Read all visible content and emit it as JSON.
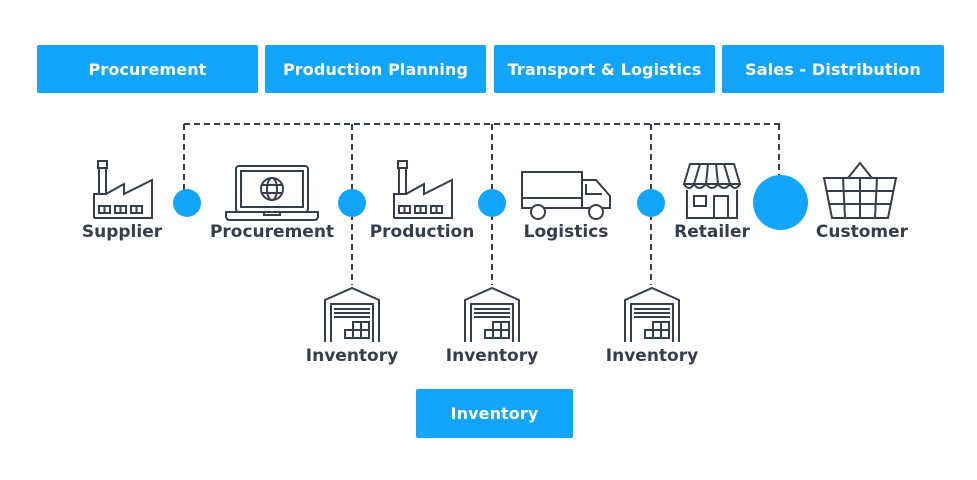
{
  "stages": [
    {
      "label": "Procurement"
    },
    {
      "label": "Production Planning"
    },
    {
      "label": "Transport & Logistics"
    },
    {
      "label": "Sales - Distribution"
    }
  ],
  "nodes": [
    {
      "label": "Supplier",
      "icon": "factory-icon"
    },
    {
      "label": "Procurement",
      "icon": "laptop-globe-icon"
    },
    {
      "label": "Production",
      "icon": "factory-icon"
    },
    {
      "label": "Logistics",
      "icon": "truck-icon"
    },
    {
      "label": "Retailer",
      "icon": "store-icon"
    },
    {
      "label": "Customer",
      "icon": "basket-icon"
    }
  ],
  "inventory_nodes": [
    {
      "label": "Inventory",
      "icon": "warehouse-icon"
    },
    {
      "label": "Inventory",
      "icon": "warehouse-icon"
    },
    {
      "label": "Inventory",
      "icon": "warehouse-icon"
    }
  ],
  "bottom_box": {
    "label": "Inventory"
  },
  "colors": {
    "accent": "#12a5fb",
    "ink": "#363d4d"
  }
}
